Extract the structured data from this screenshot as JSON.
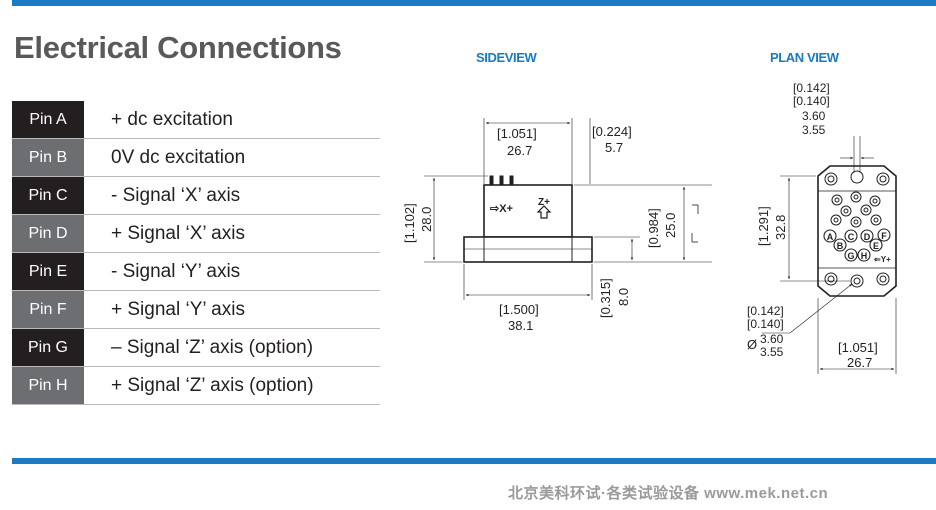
{
  "title": "Electrical Connections",
  "pins": [
    {
      "pin": "Pin A",
      "desc": "+ dc excitation"
    },
    {
      "pin": "Pin B",
      "desc": "0V dc excitation"
    },
    {
      "pin": "Pin C",
      "desc": "- Signal ‘X’ axis"
    },
    {
      "pin": "Pin D",
      "desc": "+ Signal ‘X’ axis"
    },
    {
      "pin": "Pin E",
      "desc": "- Signal ‘Y’ axis"
    },
    {
      "pin": "Pin F",
      "desc": "+ Signal ‘Y’ axis"
    },
    {
      "pin": "Pin G",
      "desc": "– Signal ‘Z’ axis (option)"
    },
    {
      "pin": "Pin H",
      "desc": "+ Signal ‘Z’ axis (option)"
    }
  ],
  "sideview": {
    "title": "SIDEVIEW",
    "dim_width_in": "[1.051]",
    "dim_width_mm": "26.7",
    "dim_cap_in": "[0.224]",
    "dim_cap_mm": "5.7",
    "dim_height_in": "[1.102]",
    "dim_height_mm": "28.0",
    "dim_body_in": "[0.984]",
    "dim_body_mm": "25.0",
    "dim_base_in": "[1.500]",
    "dim_base_mm": "38.1",
    "dim_flange_in": "[0.315]",
    "dim_flange_mm": "8.0",
    "label_x": "⇨X+",
    "label_z": "Z+"
  },
  "planview": {
    "title": "PLAN VIEW",
    "dim_top_in1": "[0.142]",
    "dim_top_in2": "[0.140]",
    "dim_top_mm1": "3.60",
    "dim_top_mm2": "3.55",
    "dim_height_in": "[1.291]",
    "dim_height_mm": "32.8",
    "dim_hole_in1": "[0.142]",
    "dim_hole_in2": "[0.140]",
    "dim_hole_mm1": "3.60",
    "dim_hole_mm2": "3.55",
    "dim_hole_symbol": "Ø",
    "dim_width_in": "[1.051]",
    "dim_width_mm": "26.7",
    "pin_letters": [
      "A",
      "B",
      "C",
      "D",
      "E",
      "F",
      "G",
      "H"
    ],
    "axis_label": "⇐Y+"
  },
  "watermark": "北京美科环试·各类试验设备  www.mek.net.cn"
}
